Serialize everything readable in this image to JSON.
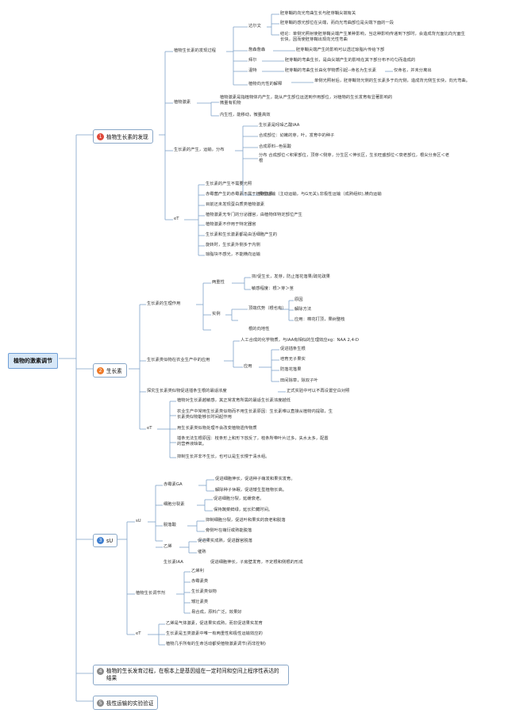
{
  "root": "植物的激素调节",
  "branches": {
    "b1": {
      "num": "1",
      "label": "植物生长素的发现",
      "color": "#e0493a"
    },
    "b2": {
      "num": "2",
      "label": "生长素",
      "color": "#ee7b2a"
    },
    "b3": {
      "num": "3",
      "label": "sU",
      "color": "#3f7fd0"
    },
    "b4": {
      "num": "4",
      "label": "植物的生长发育过程，在根本上是基因组在一定时间和空间上程序性表达的结果",
      "color": "#8a8a8a"
    },
    "b5": {
      "num": "5",
      "label": "极性运输的实验验证",
      "color": "#8a8a8a"
    }
  },
  "b1": {
    "discovery": "植物生长素的发现过程",
    "darwin": "达尔文",
    "darwin_items": [
      "胚芽鞘的向光弯曲生长与胚芽鞘尖端有关",
      "胚芽鞘的感光部位在尖端，而向光弯曲部位是尖端下面的一段",
      "结论：单侧光照射使胚芽鞘尖端产生某种影响，当这种影响传递到下部时，会造成背光面比向光面生长快，因而使胚芽鞘出现向光性弯曲"
    ],
    "boysen": "詹森詹森",
    "boysen_item": "胚芽鞘尖端产生的影响可以透过琼脂片传给下部",
    "paal": "拜尔",
    "paal_item": "胚芽鞘的弯曲生长，是由尖端产生的影响在其下部分布不均匀而造成的",
    "went": "温特",
    "went_item": "胚芽鞘的弯曲生长由化学物质引起--命名为生长素",
    "went_note": "仅命名，并未分离出",
    "explain": "植物向光性的解释",
    "explain_item": "单侧光照射后，胚芽鞘背光侧的生长素多于向光侧，造成背光侧生长快，向光弯曲。",
    "hormone": "植物激素",
    "hormone_items": [
      "植物激素是指植物体内产生，能从产生部位运送到作用部位，对植物的生长发育有显著影响的微量有机物",
      "内生性，能移动，微量高效"
    ],
    "synth": "生长素的产生，运输，分布",
    "synth_items": [
      "生长素是吲哚乙酸IAA",
      "合成部位：幼嫩的芽，叶，发育中的种子",
      "合成原料--色氨酸",
      "分布 合成部位＜积累部位，顶芽＜侧芽，分生区＜伸长区，生长旺盛部位＜衰老部位，根尖分身区＜老根",
      "极性运输（主动运输，与G无关),非极性运输（成熟组织),横向运输"
    ],
    "et": "eT",
    "et_items": [
      "生长素的产生不需要光照",
      "赤霉菌产生的赤霉素不属于植物激素",
      "目前还未发现蛋白质类植物激素",
      "植物激素无专门的分泌器官，由植物体特定部位产生",
      "植物激素不作用于特定器官",
      "生长素和生长激素都是由活细胞产生的",
      "旋转时，生长素外侧多于内侧",
      "琼脂块不感光，不能横向运输"
    ]
  },
  "b2": {
    "physio": "生长素的生理作用",
    "dual": "两重性",
    "dual_items": [
      "抑/促生长，发芽，防止落花落果/疏花疏果",
      "敏感程度：根＞芽＞茎"
    ],
    "example": "实例",
    "apical": "顶端优势（根也有）",
    "apical_items": [
      "原因",
      "解除方法",
      "应用：棉花打顶，果树整枝"
    ],
    "root_geo": "根的向地性",
    "agri": "生长素类似物在农业生产中的应用",
    "agri_item": "人工合成的化学物质，与IAA有相似的生理效应eg：NAA 2,4-D",
    "use": "应用",
    "use_items": [
      "促进插条生根",
      "培育无子果实",
      "防落花落果",
      "田间除草，除双子叶"
    ],
    "explore": "探究生长素类似物促进插条生根的最适浓度",
    "explore_item": "正式实验中可以不再设置空白对照",
    "et": "eT",
    "et_items": [
      "植物对生长素越敏感，其正常发育所需的最适生长素浓度越低",
      "农业生产中常用生长素类似物而不用生长素原因：生长素难以直接从植物内提取，生长素类似物能够长时间起作用",
      "用生长素类似物处理不会改变植物遗传物质",
      "插条无法生根原因：枝条形上和形下放反了，枝条所带叶片过多，失水太多，配置的营养液缺氧。",
      "抑制生长并非不生长，也可以是生长慢于清水组。"
    ]
  },
  "b3": {
    "su": "sU",
    "ga": "赤霉素GA",
    "ga_items": [
      "促进细胞伸长，促进种子萌发和果实发育。",
      "解除种子休眠，促进矮生型植物长高。"
    ],
    "ck": "细胞分裂素",
    "ck_items": [
      "促进细胞分裂，延缓衰老。",
      "保持蔬菜鲜绿，延长贮藏时间。"
    ],
    "aba": "脱落酸",
    "aba_items": [
      "抑制细胞分裂，促进叶和果实的衰老和脱落",
      "旁侧叶在萌衍或熟能脱落"
    ],
    "eth": "乙烯",
    "eth_items": [
      "促进果实成熟，促进器官脱落",
      "催熟"
    ],
    "iaa": "生长素IAA",
    "iaa_item": "促进细胞伸长，子房壁发育，不定根和侧根的形成",
    "reg": "植物生长调节剂",
    "reg_items": [
      "乙烯利",
      "赤霉素类",
      "生长素类似物",
      "矮壮素类",
      "易合成，原料广泛，效果好"
    ],
    "et": "eT",
    "et_items": [
      "乙烯是气体激素，促进果实成熟，而非促进果实发育",
      "生长素是五类激素中唯一有两重性和极性运输效应的",
      "植物几乎所有的生命活动都受植物激素调节(而非控制)"
    ]
  }
}
